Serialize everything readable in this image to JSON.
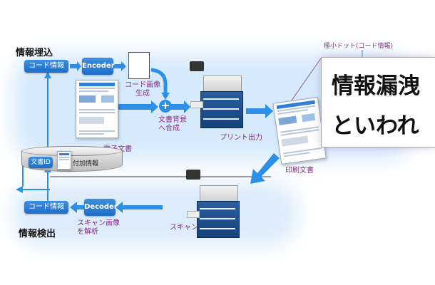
{
  "headings": {
    "embed": "情報埋込",
    "detect": "情報検出"
  },
  "top_flow": {
    "code_info": "コード情報",
    "encoder": "Encoder",
    "code_image": "コード画像\n生成",
    "bg_merge": "文書背景\nへ合成",
    "e_document": "電子文書",
    "print_output": "プリント出力"
  },
  "printed": {
    "label": "印刷文書",
    "zoom_caption": "極小ドット(コード情報)",
    "zoom_line1": "情報漏洩",
    "zoom_line2": "といわれ"
  },
  "database": {
    "doc_id": "文書ID",
    "extra_info": "付加情報"
  },
  "bottom_flow": {
    "code_info": "コード情報",
    "decoder": "Decoder",
    "scan": "スキャン",
    "analyze": "スキャン画像\nを解析"
  },
  "colors": {
    "box_blue": "#2a7ad6",
    "arrow_blue": "#2e8fe6",
    "glow": "#cfe6fb",
    "purple_text": "#8a2b89"
  }
}
